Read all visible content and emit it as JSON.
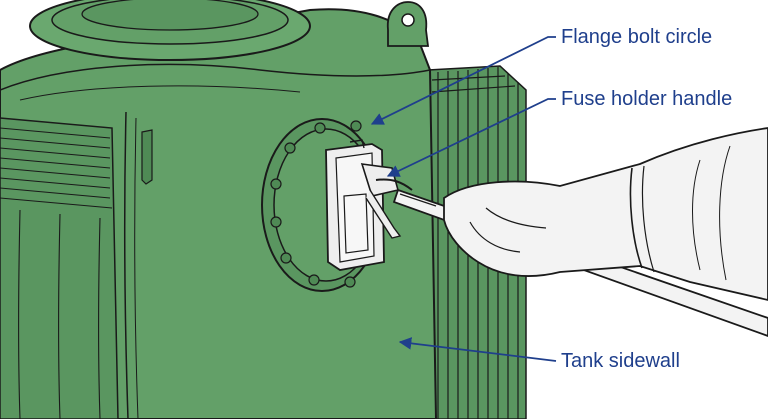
{
  "colors": {
    "tank_green": "#63a068",
    "tank_shadow": "#4f8a55",
    "outline": "#1a1a1a",
    "callout_blue": "#1f3f8c",
    "glove": "#f3f3f3",
    "fuse_holder": "#eeeeee"
  },
  "callouts": {
    "flange": "Flange bolt circle",
    "fuse": "Fuse holder handle",
    "tank": "Tank sidewall"
  }
}
